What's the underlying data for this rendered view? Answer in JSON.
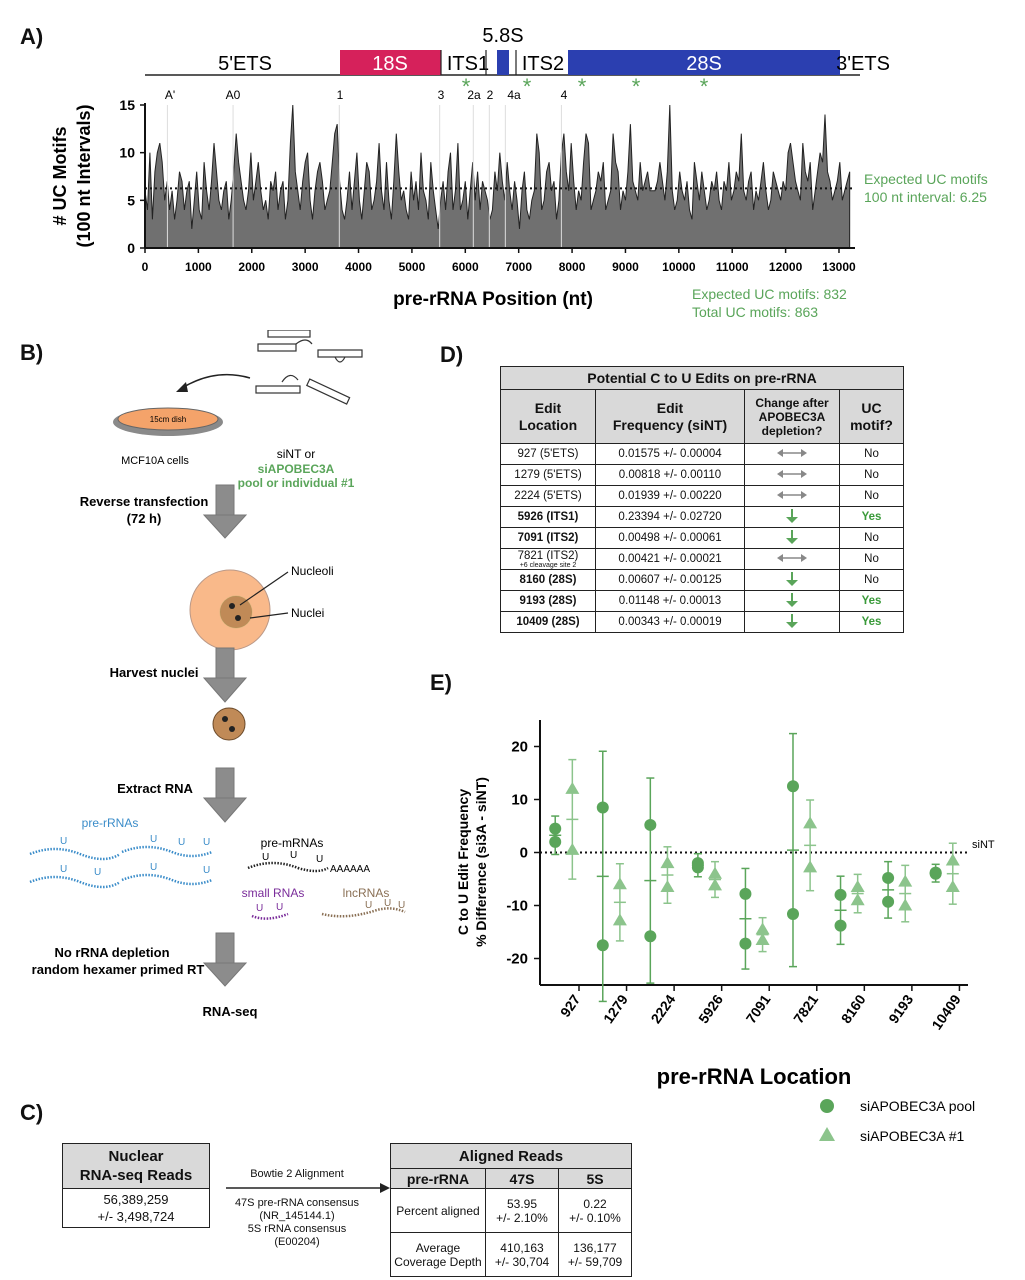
{
  "panels": {
    "a": "A)",
    "b": "B)",
    "c": "C)",
    "d": "D)",
    "e": "E)"
  },
  "panel_a": {
    "regions": [
      "5'ETS",
      "18S",
      "ITS1",
      "5.8S",
      "ITS2",
      "28S",
      "3'ETS"
    ],
    "cleavage_sites": [
      "A'",
      "A0",
      "1",
      "3",
      "2a",
      "2",
      "4a",
      "4"
    ],
    "expected_note_1": "Expected UC motifs",
    "expected_note_2": "100 nt interval: 6.25",
    "totals_1": "Expected UC motifs: 832",
    "totals_2": "Total UC motifs: 863",
    "colors": {
      "rRNA_18S": "#d6215b",
      "rRNA_5_8S_28S": "#2b3fb0",
      "area": "#707070",
      "asterisk": "#5aa55a"
    }
  },
  "chart_data": [
    {
      "type": "area",
      "title": "",
      "xlabel": "pre-rRNA Position (nt)",
      "ylabel": "# UC Motifs",
      "ylabel2": "(100 nt Intervals)",
      "xlim": [
        0,
        13300
      ],
      "ylim": [
        0,
        15
      ],
      "x_ticks": [
        0,
        1000,
        2000,
        3000,
        4000,
        5000,
        6000,
        7000,
        8000,
        9000,
        10000,
        11000,
        12000,
        13000
      ],
      "y_ticks": [
        0,
        5,
        10,
        15
      ],
      "reference_line": 6.25,
      "values": [
        6,
        4,
        10,
        3,
        8,
        10,
        11,
        9,
        5,
        7,
        4,
        6,
        3,
        5,
        8,
        7,
        4,
        6,
        7,
        2,
        5,
        8,
        4,
        3,
        9,
        6,
        4,
        7,
        11,
        8,
        5,
        4,
        6,
        7,
        3,
        5,
        8,
        12,
        9,
        7,
        5,
        4,
        6,
        10,
        5,
        7,
        9,
        6,
        4,
        5,
        3,
        7,
        6,
        8,
        4,
        6,
        7,
        3,
        5,
        11,
        15,
        8,
        6,
        4,
        7,
        9,
        10,
        5,
        3,
        6,
        8,
        9,
        7,
        4,
        5,
        6,
        9,
        12,
        13,
        7,
        4,
        3,
        5,
        8,
        4,
        7,
        10,
        5,
        3,
        6,
        9,
        8,
        4,
        5,
        7,
        11,
        6,
        4,
        9,
        5,
        3,
        7,
        12,
        8,
        5,
        6,
        4,
        3,
        8,
        5,
        7,
        4,
        10,
        6,
        5,
        3,
        9,
        6,
        4,
        2,
        5,
        7,
        4,
        8,
        10,
        4,
        6,
        11,
        4,
        5,
        7,
        3,
        6,
        9,
        5,
        8,
        4,
        7,
        6,
        5,
        3,
        4,
        8,
        6,
        10,
        7,
        5,
        9,
        6,
        4,
        7,
        5,
        2,
        6,
        8,
        4,
        3,
        5,
        6,
        12,
        10,
        4,
        5,
        8,
        9,
        6,
        7,
        3,
        5,
        10,
        12,
        8,
        6,
        11,
        7,
        4,
        6,
        5,
        9,
        12,
        11,
        4,
        5,
        6,
        8,
        7,
        9,
        4,
        5,
        6,
        12,
        9,
        8,
        4,
        6,
        5,
        8,
        13,
        7,
        6,
        5,
        9,
        6,
        7,
        8,
        6,
        6,
        6,
        7,
        9,
        7,
        5,
        8,
        15,
        6,
        4,
        5,
        8,
        6,
        5,
        7,
        4,
        3,
        9,
        7,
        5,
        8,
        6,
        4,
        5,
        7,
        6,
        8,
        5,
        4,
        7,
        6,
        9,
        5,
        6,
        8,
        7,
        12,
        6,
        5,
        7,
        8,
        4,
        6,
        5,
        7,
        9,
        6,
        4,
        5,
        8,
        7,
        6,
        5,
        7,
        6,
        10,
        11,
        9,
        7,
        6,
        5,
        11,
        8,
        7,
        9,
        4,
        6,
        8,
        10,
        9,
        14,
        8,
        7,
        5,
        6,
        7,
        9,
        5,
        6,
        7,
        8
      ]
    },
    {
      "type": "scatter",
      "title": "",
      "xlabel": "pre-rRNA Location",
      "ylabel": "C to U Edit Frequency",
      "ylabel2": "% Difference (si3A - siNT)",
      "ylim": [
        -25,
        25
      ],
      "y_ticks": [
        -20,
        -10,
        0,
        10,
        20
      ],
      "reference_label": "siNT",
      "categories": [
        "927",
        "1279",
        "2224",
        "5926",
        "7091",
        "7821",
        "8160",
        "9193",
        "10409"
      ],
      "series": [
        {
          "name": "siAPOBEC3A pool",
          "marker": "circle",
          "values": [
            [
              4.5,
              2.0
            ],
            [
              8.5,
              -17.5
            ],
            [
              5.2,
              -15.8
            ],
            [
              -2.0,
              -2.8
            ],
            [
              -7.8,
              -17.2
            ],
            [
              12.5,
              -11.6
            ],
            [
              -8.0,
              -13.8
            ],
            [
              -4.8,
              -9.3
            ],
            [
              -3.8,
              -4.0
            ]
          ]
        },
        {
          "name": "siAPOBEC3A #1",
          "marker": "triangle",
          "values": [
            [
              12.0,
              0.5
            ],
            [
              -6.0,
              -12.8
            ],
            [
              -2.0,
              -6.5
            ],
            [
              -4.0,
              -6.2
            ],
            [
              -14.5,
              -16.5
            ],
            [
              5.5,
              -2.8
            ],
            [
              -6.5,
              -9.0
            ],
            [
              -5.5,
              -10.0
            ],
            [
              -1.5,
              -6.5
            ]
          ]
        }
      ]
    }
  ],
  "panel_b": {
    "dish": "15cm dish",
    "cells": "MCF10A cells",
    "sirna_1": "siNT or",
    "sirna_2": "siAPOBEC3A",
    "sirna_3": "pool or individual #1",
    "step1_1": "Reverse transfection",
    "step1_2": "(72 h)",
    "nucleoli": "Nucleoli",
    "nuclei": "Nuclei",
    "step2": "Harvest nuclei",
    "step3": "Extract RNA",
    "pre_rrnas": "pre-rRNAs",
    "pre_mrnas": "pre-mRNAs",
    "polya": "AAAAAA",
    "small_rnas": "small RNAs",
    "lncrnas": "lncRNAs",
    "u": "U",
    "step4_1": "No rRNA depletion",
    "step4_2": "random hexamer primed RT",
    "step5": "RNA-seq"
  },
  "panel_c": {
    "reads_title_1": "Nuclear",
    "reads_title_2": "RNA-seq Reads",
    "reads_value_1": "56,389,259",
    "reads_value_2": "+/- 3,498,724",
    "align_tool": "Bowtie 2 Alignment",
    "ref_1": "47S pre-rRNA consensus",
    "ref_2": "(NR_145144.1)",
    "ref_3": "5S rRNA consensus",
    "ref_4": "(E00204)",
    "table_title": "Aligned Reads",
    "headers": [
      "pre-rRNA",
      "47S",
      "5S"
    ],
    "rows": [
      {
        "label": "Percent aligned",
        "v47": [
          "53.95",
          "+/- 2.10%"
        ],
        "v5": [
          "0.22",
          "+/- 0.10%"
        ]
      },
      {
        "label_1": "Average",
        "label_2": "Coverage Depth",
        "v47": [
          "410,163",
          "+/- 30,704"
        ],
        "v5": [
          "136,177",
          "+/- 59,709"
        ]
      }
    ]
  },
  "panel_d": {
    "title": "Potential C to U Edits on pre-rRNA",
    "headers": {
      "loc_1": "Edit",
      "loc_2": "Location",
      "freq_1": "Edit",
      "freq_2": "Frequency (siNT)",
      "chg_1": "Change after",
      "chg_2": "APOBEC3A",
      "chg_3": "depletion?",
      "uc_1": "UC",
      "uc_2": "motif?"
    },
    "rows": [
      {
        "loc": "927 (5'ETS)",
        "freq": "0.01575 +/- 0.00004",
        "change": "none",
        "uc": "No",
        "bold": false
      },
      {
        "loc": "1279 (5'ETS)",
        "freq": "0.00818 +/- 0.00110",
        "change": "none",
        "uc": "No",
        "bold": false
      },
      {
        "loc": "2224 (5'ETS)",
        "freq": "0.01939 +/- 0.00220",
        "change": "none",
        "uc": "No",
        "bold": false
      },
      {
        "loc": "5926 (ITS1)",
        "freq": "0.23394 +/- 0.02720",
        "change": "down",
        "uc": "Yes",
        "bold": true
      },
      {
        "loc": "7091 (ITS2)",
        "freq": "0.00498 +/- 0.00061",
        "change": "down",
        "uc": "No",
        "bold": true
      },
      {
        "loc": "7821 (ITS2)",
        "note": "+6 cleavage site 2",
        "freq": "0.00421 +/- 0.00021",
        "change": "none",
        "uc": "No",
        "bold": false
      },
      {
        "loc": "8160 (28S)",
        "freq": "0.00607 +/- 0.00125",
        "change": "down",
        "uc": "No",
        "bold": true
      },
      {
        "loc": "9193 (28S)",
        "freq": "0.01148 +/- 0.00013",
        "change": "down",
        "uc": "Yes",
        "bold": true
      },
      {
        "loc": "10409 (28S)",
        "freq": "0.00343 +/- 0.00019",
        "change": "down",
        "uc": "Yes",
        "bold": true
      }
    ]
  }
}
